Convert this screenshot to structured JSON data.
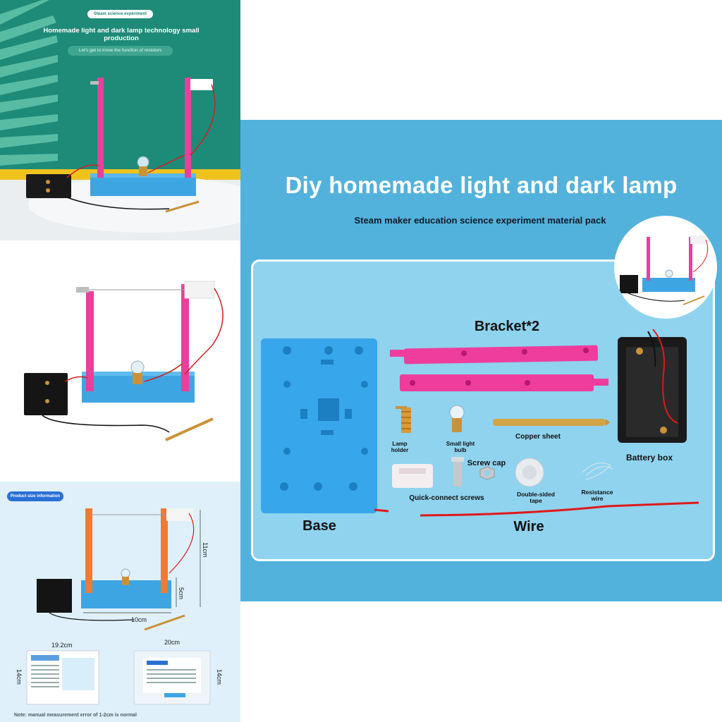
{
  "panel1": {
    "pill": "Steam science experiment",
    "title": "Homemade light and dark lamp technology small production",
    "subtitle": "Let's get to know the function of resistors"
  },
  "panel3": {
    "badge": "Product size information",
    "height_11": "11cm",
    "height_5": "5cm",
    "width_10": "10cm",
    "card_width": "19.2cm",
    "card_height": "14cm",
    "bag_width": "20cm",
    "bag_height": "14cm",
    "note": "Note: manual measurement error of 1-2cm is normal"
  },
  "main": {
    "title": "Diy homemade light and dark lamp",
    "subtitle": "Steam maker education science experiment material pack",
    "labels": {
      "bracket": "Bracket*2",
      "lamp_holder": "Lamp holder",
      "small_bulb": "Small light bulb",
      "copper_sheet": "Copper sheet",
      "screw_cap": "Screw cap",
      "battery_box": "Battery box",
      "quick_connect": "Quick-connect screws",
      "double_sided_tape": "Double-sided tape",
      "resistance_wire": "Resistance wire",
      "base": "Base",
      "wire": "Wire"
    }
  },
  "colors": {
    "main_bg": "#52b2dc",
    "inner_bg": "#8fd3ee",
    "base_blue": "#3fa7e6",
    "bracket_pink": "#ee3d9d",
    "teal": "#1e8a78"
  }
}
